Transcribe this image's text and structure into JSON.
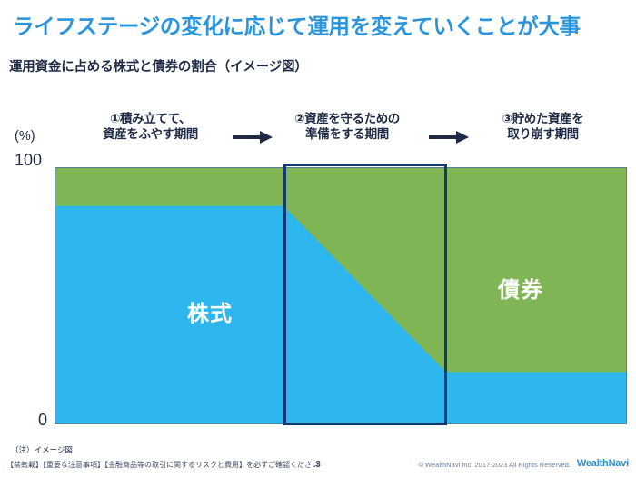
{
  "header": {
    "title": "ライフステージの変化に応じて運用を変えていくことが大事",
    "subtitle": "運用資金に占める株式と債券の割合（イメージ図）"
  },
  "phases": [
    {
      "id": "phase-1",
      "label": "①積み立てて、\n資産をふやす期間"
    },
    {
      "id": "phase-2",
      "label": "②資産を守るための\n準備をする期間"
    },
    {
      "id": "phase-3",
      "label": "③貯めた資産を\n取り崩す期間"
    }
  ],
  "arrows": [
    {
      "id": "arrow-1",
      "name": "right-arrow-icon"
    },
    {
      "id": "arrow-2",
      "name": "right-arrow-icon"
    }
  ],
  "axis": {
    "unit": "(%)",
    "top": "100",
    "bottom": "0"
  },
  "series_labels": {
    "equity": "株式",
    "bond": "債券"
  },
  "colors": {
    "title_blue": "#2a95dd",
    "equity_blue": "#2eb7ef",
    "bond_green": "#7fb554",
    "highlight_navy": "#123a72",
    "text_navy": "#1f2b45",
    "brand_blue": "#2a8fd8"
  },
  "footer": {
    "note": "（注）イメージ図",
    "disclaimer": "【禁転載】【重要な注意事項】【金融商品等の取引に関するリスクと費用】を必ずご確認ください",
    "page_number": "3",
    "copyright": "© WealthNavi Inc. 2017-2023 All Rights Reserved.",
    "brand": "WealthNavi"
  },
  "chart_data": {
    "type": "area",
    "title": "運用資金に占める株式と債券の割合（イメージ図）",
    "xlabel": "",
    "ylabel": "(%)",
    "ylim": [
      0,
      100
    ],
    "grid": false,
    "legend": "inline-labels",
    "x": [
      0,
      40,
      68,
      68,
      100
    ],
    "series": [
      {
        "name": "株式",
        "color": "#2eb7ef",
        "values": [
          85,
          85,
          85,
          20,
          20
        ]
      },
      {
        "name": "債券",
        "color": "#7fb554",
        "values": [
          15,
          15,
          15,
          80,
          80
        ]
      }
    ],
    "annotations": [
      {
        "text": "①積み立てて、資産をふやす期間",
        "x_range": [
          0,
          40
        ]
      },
      {
        "text": "②資産を守るための準備をする期間",
        "x_range": [
          40,
          68
        ],
        "highlight": true
      },
      {
        "text": "③貯めた資産を取り崩す期間",
        "x_range": [
          68,
          100
        ]
      }
    ]
  }
}
